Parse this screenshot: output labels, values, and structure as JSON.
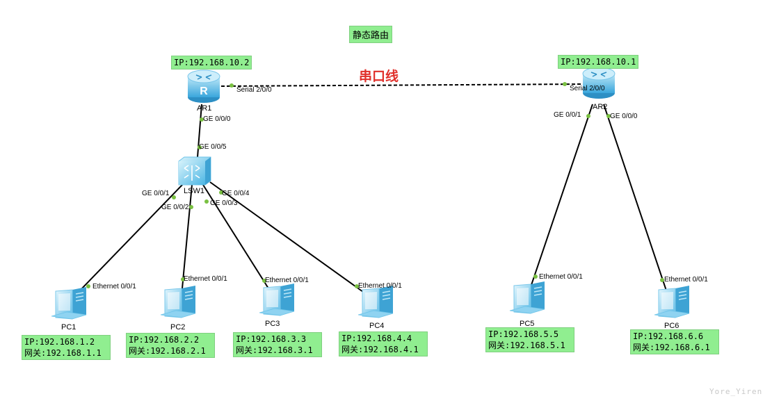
{
  "title": "静态路由",
  "serial_label": "串口线",
  "watermark": "Yore_Yiren",
  "routers": {
    "ar1": {
      "name": "AR1",
      "ip": "IP:192.168.10.2",
      "serial_port": "Serial 2/0/0",
      "ge0": "GE 0/0/0"
    },
    "ar2": {
      "name": "AR2",
      "ip": "IP:192.168.10.1",
      "serial_port": "Serial 2/0/0",
      "ge0": "GE 0/0/0",
      "ge1": "GE 0/0/1"
    }
  },
  "switch": {
    "name": "LSW1",
    "ports": {
      "p1": "GE 0/0/1",
      "p2": "GE 0/0/2",
      "p3": "GE 0/0/3",
      "p4": "GE 0/0/4",
      "p5": "GE 0/0/5"
    }
  },
  "pcs": [
    {
      "name": "PC1",
      "port": "Ethernet 0/0/1",
      "ip": "IP:192.168.1.2",
      "gw": "网关:192.168.1.1"
    },
    {
      "name": "PC2",
      "port": "Ethernet 0/0/1",
      "ip": "IP:192.168.2.2",
      "gw": "网关:192.168.2.1"
    },
    {
      "name": "PC3",
      "port": "Ethernet 0/0/1",
      "ip": "IP:192.168.3.3",
      "gw": "网关:192.168.3.1"
    },
    {
      "name": "PC4",
      "port": "Ethernet 0/0/1",
      "ip": "IP:192.168.4.4",
      "gw": "网关:192.168.4.1"
    },
    {
      "name": "PC5",
      "port": "Ethernet 0/0/1",
      "ip": "IP:192.168.5.5",
      "gw": "网关:192.168.5.1"
    },
    {
      "name": "PC6",
      "port": "Ethernet 0/0/1",
      "ip": "IP:192.168.6.6",
      "gw": "网关:192.168.6.1"
    }
  ],
  "colors": {
    "label_bg": "#90ee90",
    "serial_text": "#e0302b",
    "port_dot": "#7ac142",
    "device_blue": "#4fb8e8"
  },
  "icons": {
    "router": "router-icon",
    "switch": "switch-icon",
    "pc": "pc-icon"
  }
}
